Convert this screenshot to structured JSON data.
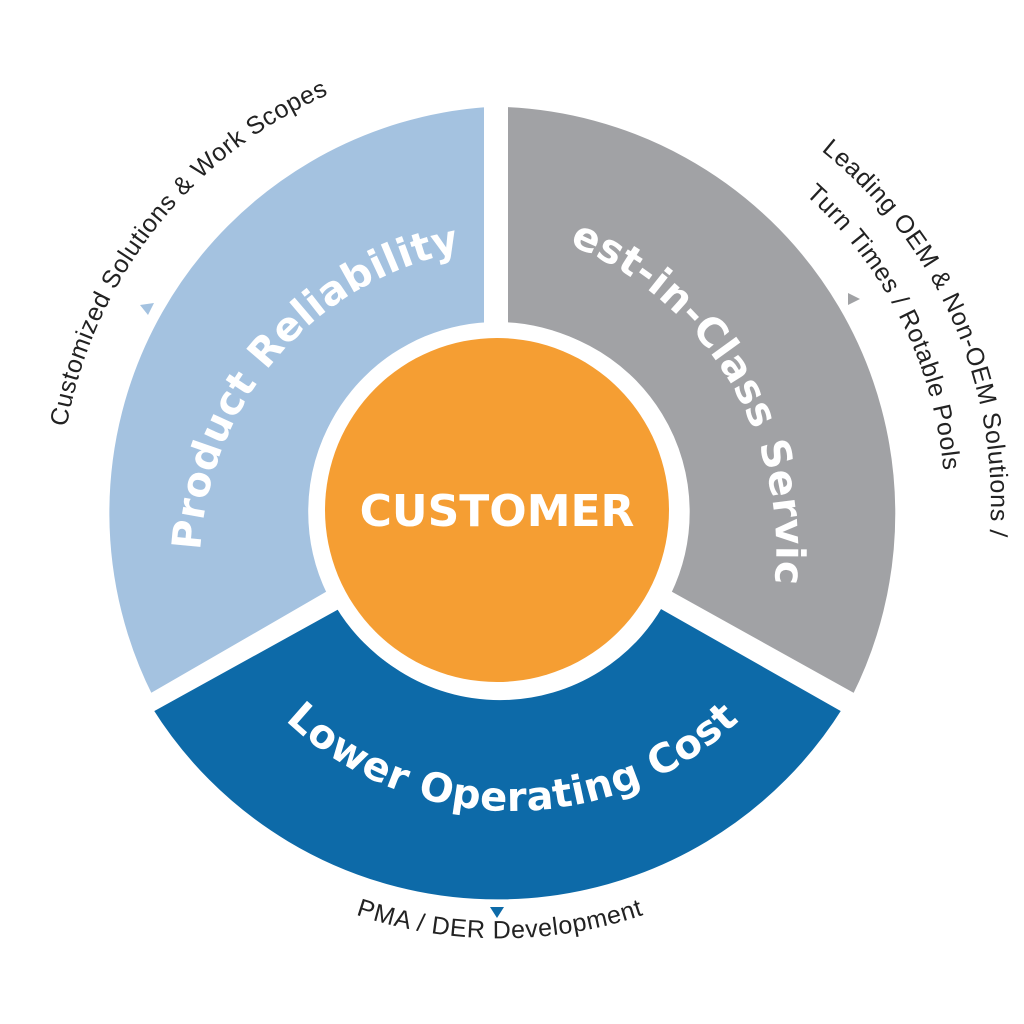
{
  "center": {
    "label": "CUSTOMER",
    "color": "#f59e33"
  },
  "segments": [
    {
      "id": "reliability",
      "label": "Product Reliability",
      "color": "#a4c2e0"
    },
    {
      "id": "service",
      "label": "Best-in-Class Service",
      "color": "#a1a2a5"
    },
    {
      "id": "cost",
      "label": "Lower Operating Cost",
      "color": "#0d6aa8"
    }
  ],
  "outer_labels": [
    {
      "id": "left",
      "text": "Customized Solutions & Work Scopes"
    },
    {
      "id": "right_line1",
      "text": "Leading OEM & Non-OEM Solutions /"
    },
    {
      "id": "right_line2",
      "text": "Turn Times / Rotable Pools"
    },
    {
      "id": "bottom",
      "text": "PMA / DER Development"
    }
  ],
  "divider_color": "#ffffff",
  "marker_color": "#0d6aa8"
}
